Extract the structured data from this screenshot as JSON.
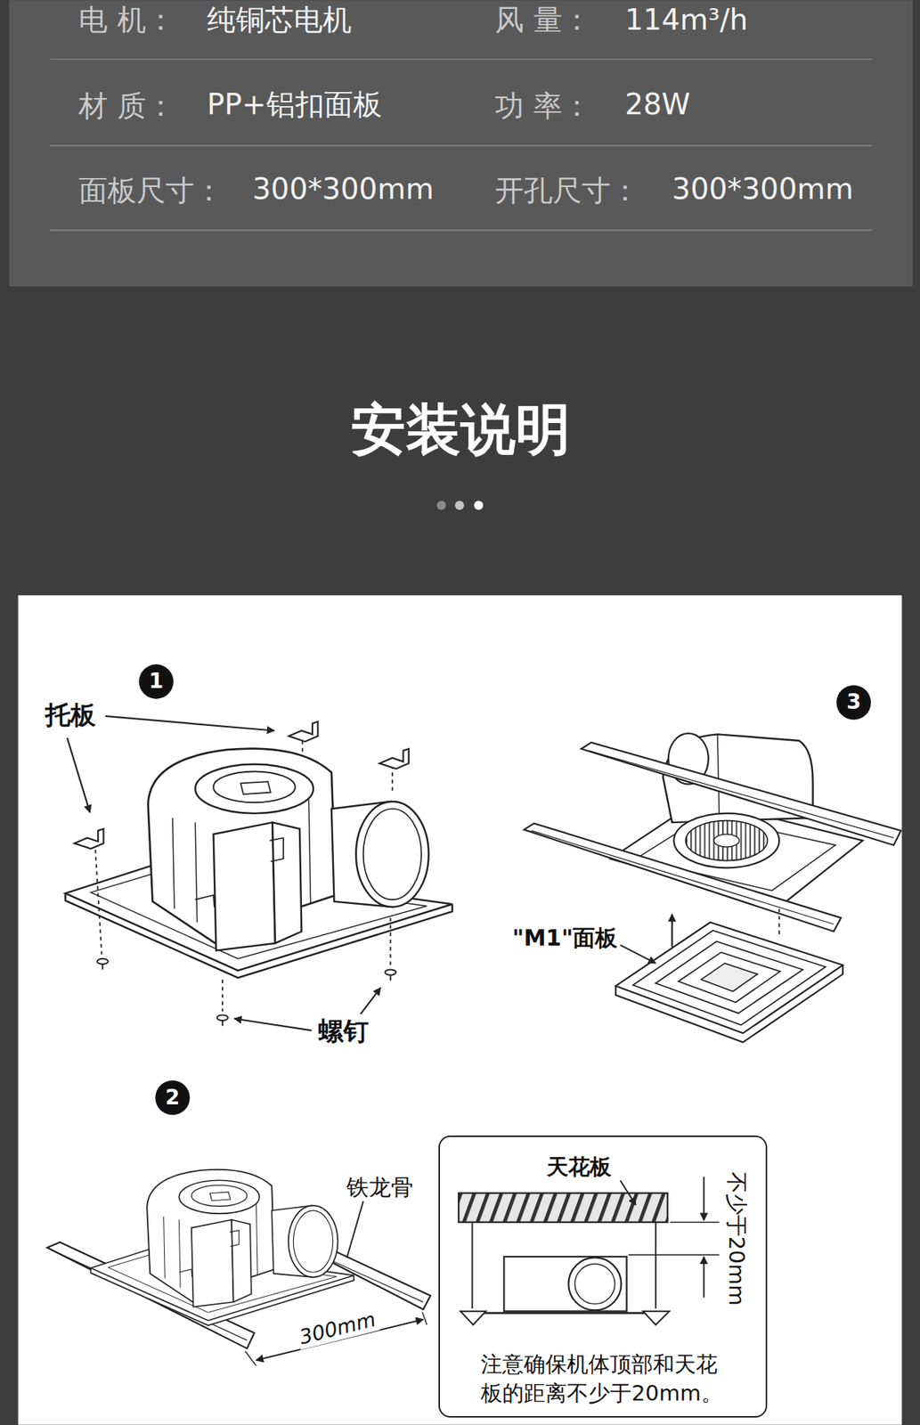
{
  "diagram": {
    "title": "安装说明",
    "nodes": [
      {
        "text": [
          "天花板",
          "不少于20mm",
          "注意确保机体顶部和天花 板的距离不少于20mm。"
        ]
      }
    ],
    "labels": [
      "电 机：",
      "纯铜芯电机",
      "风 量：",
      "114m³/h",
      "材 质：",
      "PP+铝扣面板",
      "功 率：",
      "28W",
      "面板尺寸：",
      "300*300mm",
      "开孔尺寸：",
      "300*300mm",
      "1",
      "托板",
      "螺钉",
      "3",
      "\"M1\"面板",
      "2",
      "铁龙骨",
      "300mm"
    ]
  }
}
